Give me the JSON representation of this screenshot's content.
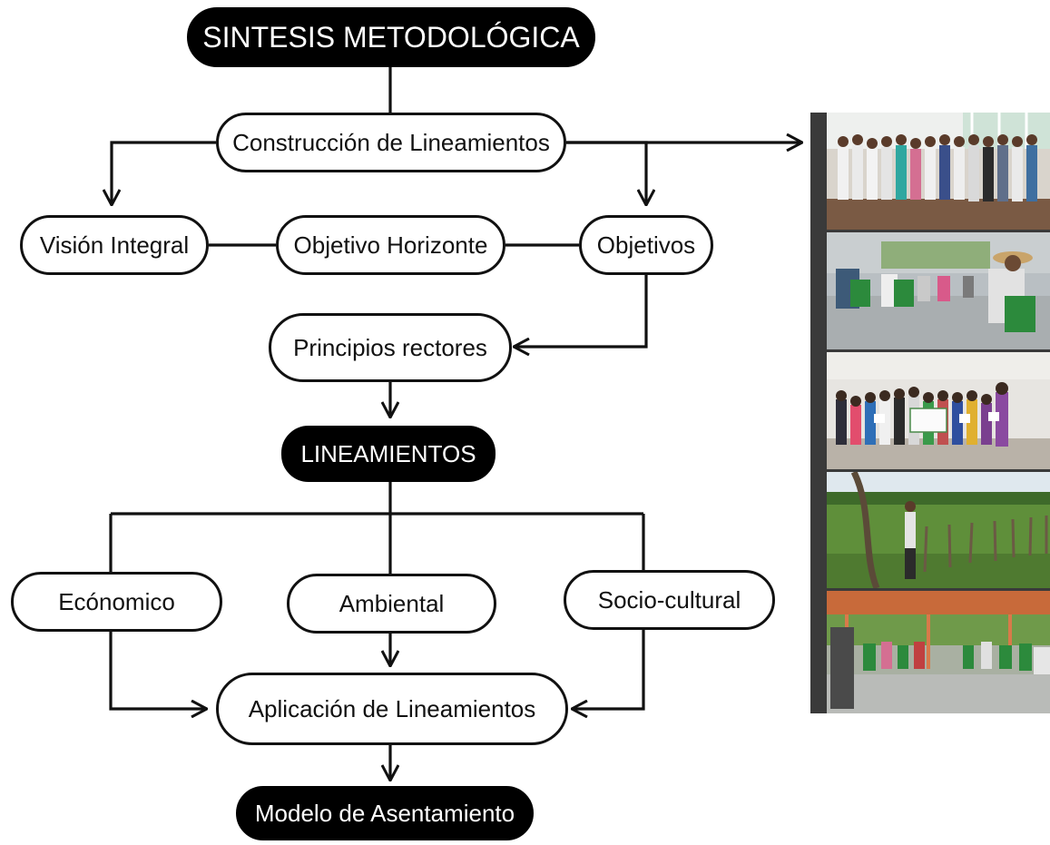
{
  "diagram": {
    "title": "SINTESIS METODOLÓGICA",
    "nodes": {
      "construccion": "Construcción de Lineamientos",
      "vision": "Visión Integral",
      "horizonte": "Objetivo Horizonte",
      "objetivos": "Objetivos",
      "principios": "Principios rectores",
      "lineamientos": "LINEAMIENTOS",
      "economico": "Ecónomico",
      "ambiental": "Ambiental",
      "sociocultural": "Socio-cultural",
      "aplicacion": "Aplicación de Lineamientos",
      "modelo": "Modelo de Asentamiento"
    },
    "colors": {
      "line": "#111111",
      "dark_fill": "#000000",
      "light_fill": "#ffffff",
      "photo_frame": "#3a3a3a"
    }
  },
  "photos": [
    "group-standing-indoors-photo",
    "seated-meeting-outdoors-photo",
    "children-holding-papers-photo",
    "field-fence-man-photo",
    "circle-meeting-pavilion-photo"
  ]
}
